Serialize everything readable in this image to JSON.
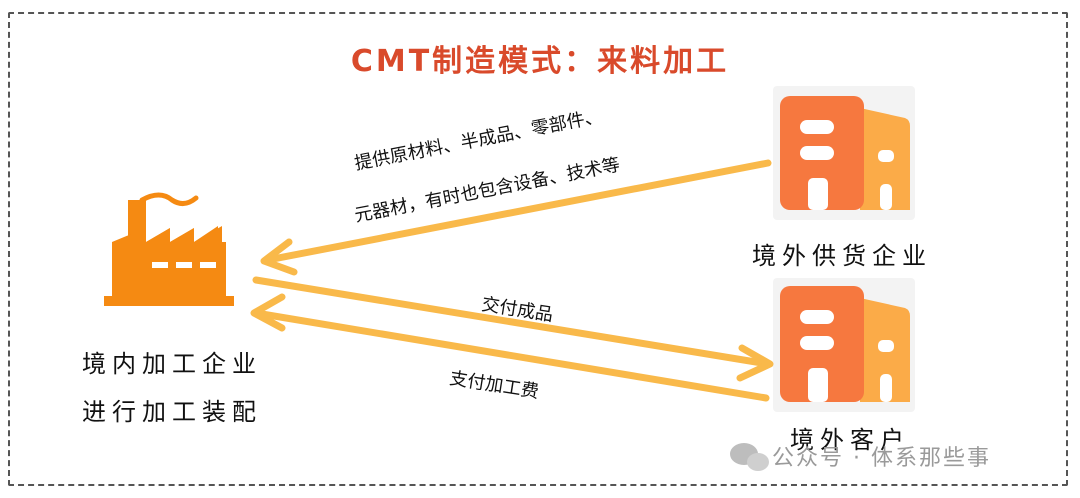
{
  "title": "CMT制造模式：来料加工",
  "domestic": {
    "line1": "境内加工企业",
    "line2": "进行加工装配"
  },
  "supplier": {
    "label": "境外供货企业"
  },
  "customer": {
    "label": "境外客户"
  },
  "flows": {
    "supply_line1": "提供原材料、半成品、零部件、",
    "supply_line2": "元器材，有时也包含设备、技术等",
    "deliver": "交付成品",
    "payment": "支付加工费"
  },
  "watermark": "公众号 · 体系那些事",
  "colors": {
    "title": "#d94a2b",
    "arrow": "#f9b94a",
    "factory": "#f58a12",
    "building_main": "#f6783f",
    "building_side": "#fbab48"
  }
}
